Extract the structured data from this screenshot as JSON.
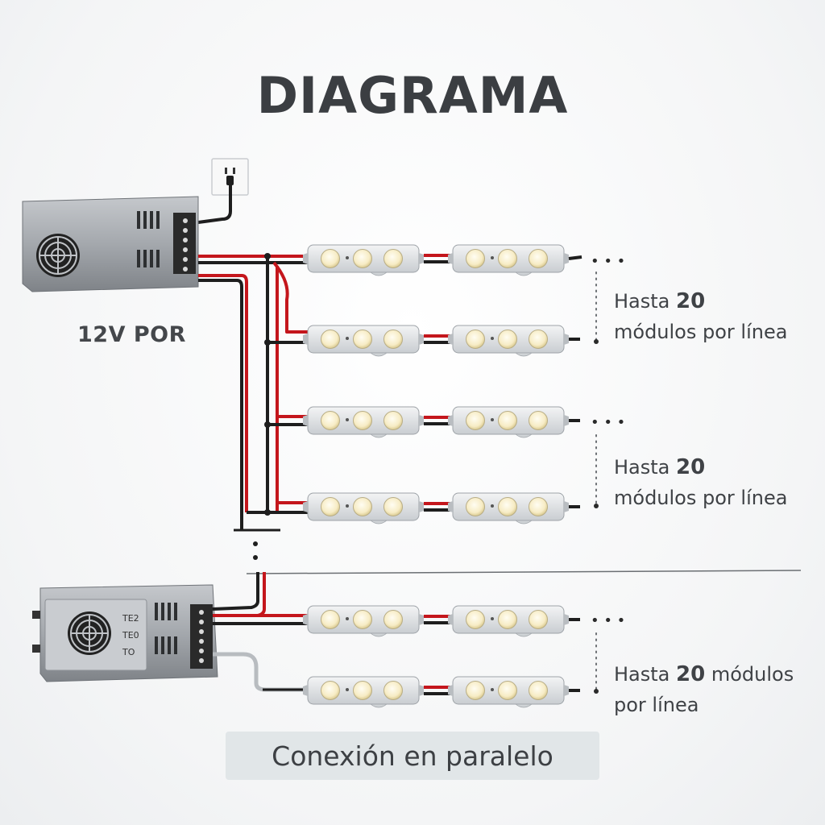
{
  "title": "DIAGRAMA",
  "psu_label": "12V POR",
  "psu2_marks": [
    "TE2",
    "TE0",
    "TO"
  ],
  "notes": [
    {
      "prefix": "Hasta ",
      "number": "20",
      "suffix": "módulos por línea"
    },
    {
      "prefix": "Hasta ",
      "number": "20",
      "suffix": "módulos por línea"
    },
    {
      "prefix": "Hasta ",
      "number": "20",
      "suffix": "módulos",
      "line2": "por línea"
    }
  ],
  "ellipsis": "• • •",
  "footer": "Conexión en paralelo",
  "colors": {
    "wire_positive": "#c4161c",
    "wire_negative": "#1e1e1e",
    "module_body": "#dfe2e5",
    "led": "#fbf3d6",
    "psu_body": "#9a9ea3"
  },
  "icons": [
    "wall-outlet-icon",
    "fan-grille-icon",
    "led-module-icon"
  ]
}
